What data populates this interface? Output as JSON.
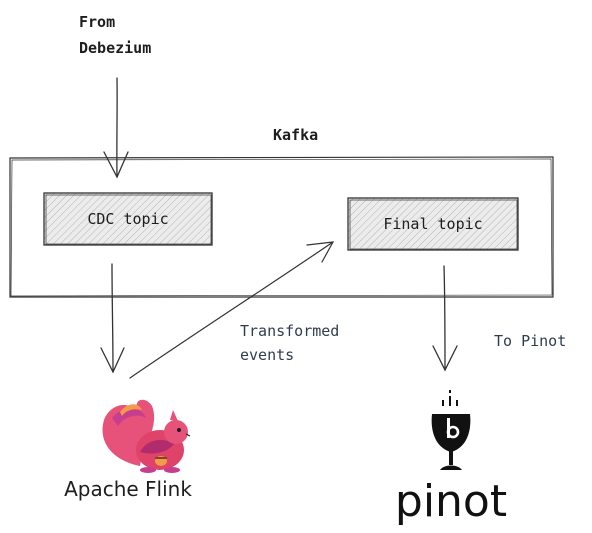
{
  "labels": {
    "from_debezium_line1": "From",
    "from_debezium_line2": "Debezium",
    "kafka": "Kafka",
    "transformed_line1": "Transformed",
    "transformed_line2": "events",
    "to_pinot": "To Pinot"
  },
  "nodes": {
    "cdc_topic": "CDC topic",
    "final_topic": "Final topic"
  },
  "logos": {
    "flink": {
      "icon": "apache-flink-squirrel-logo",
      "label": "Apache Flink"
    },
    "pinot": {
      "icon": "apache-pinot-wine-glass-logo",
      "label": "pinot"
    }
  },
  "colors": {
    "stroke": "#333333",
    "box_fill": "#e6e6e6",
    "text": "#1e1e1e",
    "edge_label": "#2f3d4f"
  }
}
